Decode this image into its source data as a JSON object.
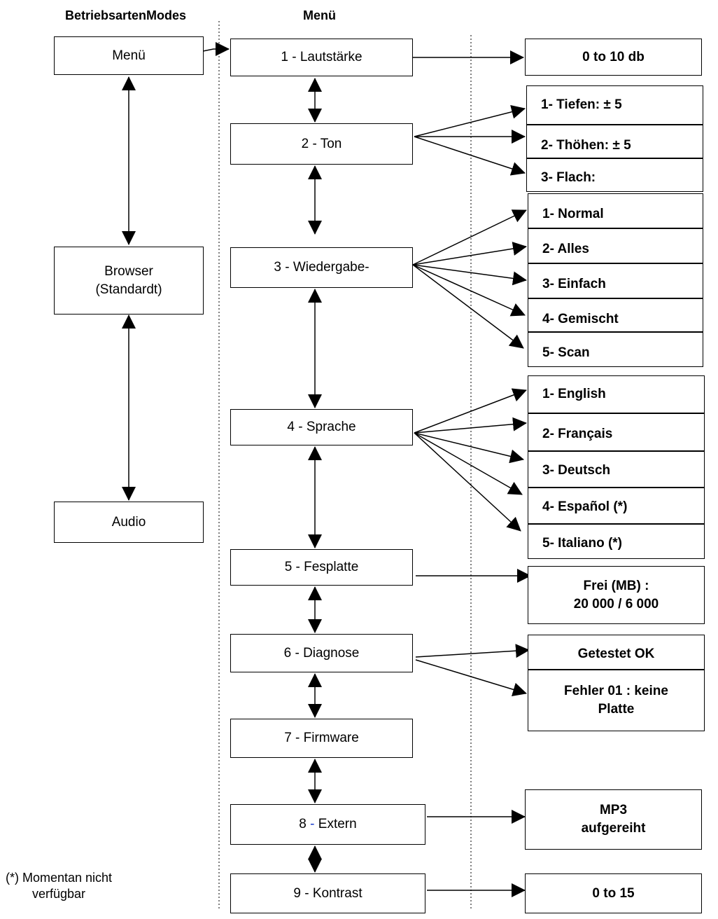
{
  "headers": {
    "modes": "BetriebsartenModes",
    "menu": "Menü"
  },
  "modes": {
    "menu": "Menü",
    "browser_line1": "Browser",
    "browser_line2": "(Standardt)",
    "audio": "Audio"
  },
  "menu_items": [
    "1 - Lautstärke",
    "2 - Ton",
    "3 - Wiedergabe-",
    "4 - Sprache",
    "5 - Fesplatte",
    "6 - Diagnose",
    "7 - Firmware",
    "8 - Extern",
    "9 - Kontrast"
  ],
  "menu8_parts": {
    "num": "8",
    "dash": "-",
    "label": "Extern"
  },
  "options": {
    "volume": "0 to 10 db",
    "tone": [
      "1- Tiefen: ± 5",
      "2- Thöhen: ± 5",
      "3- Flach:"
    ],
    "playback": [
      "1- Normal",
      "2- Alles",
      "3- Einfach",
      "4- Gemischt",
      "5- Scan"
    ],
    "language": [
      "1- English",
      "2- Français",
      "3- Deutsch",
      "4- Español (*)",
      "5- Italiano (*)"
    ],
    "disk_line1": "Frei (MB) :",
    "disk_line2": "20 000 / 6 000",
    "diag_ok": "Getestet OK",
    "diag_err_line1": "Fehler 01 : keine",
    "diag_err_line2": "Platte",
    "extern_line1": "MP3",
    "extern_line2": "aufgereiht",
    "contrast": "0 to 15"
  },
  "footnote": {
    "line1": "(*) Momentan nicht",
    "line2": "verfügbar"
  }
}
